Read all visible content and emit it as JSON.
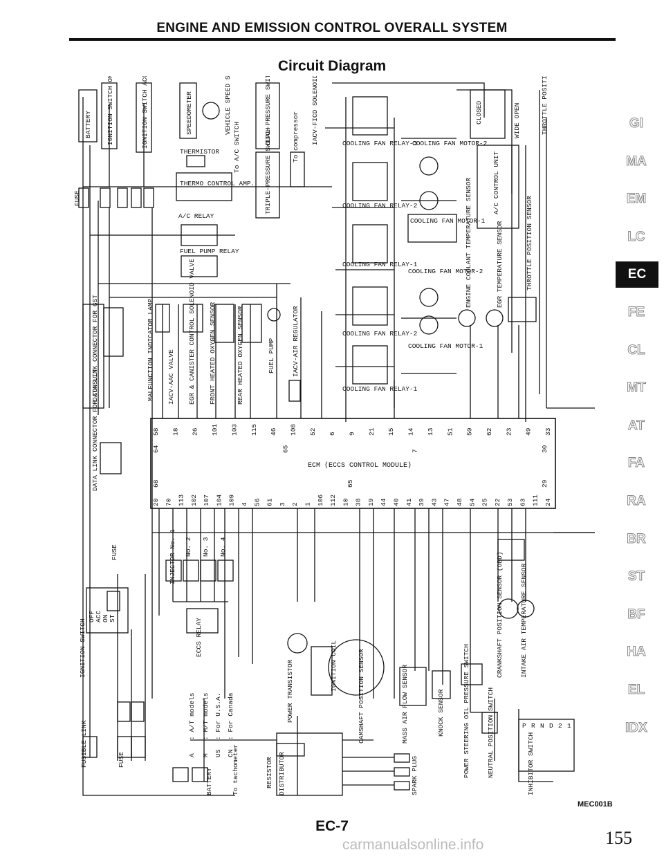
{
  "header": {
    "title": "ENGINE AND EMISSION CONTROL OVERALL SYSTEM"
  },
  "subtitle": "Circuit Diagram",
  "diagram": {
    "top_components": [
      "BATTERY",
      "IGNITION SWITCH ON or START",
      "IGNITION SWITCH ACC or ON",
      "SPEEDOMETER",
      "VEHICLE SPEED SENSOR",
      "THERMISTOR",
      "To A/C SWITCH",
      "DUAL-PRESSURE SWITCH",
      "To compressor",
      "IACV-FICD SOLENOID VALVE",
      "THERMO CONTROL AMP.",
      "TRIPLE-PRESSURE SWITCH",
      "A/C RELAY",
      "FUEL PUMP RELAY",
      "COOLING FAN RELAY-3",
      "COOLING FAN MOTOR-2",
      "COOLING FAN RELAY-2",
      "COOLING FAN MOTOR-1",
      "COOLING FAN RELAY-1",
      "CLOSED",
      "WIDE OPEN",
      "THROTTLE POSITION SWITCH",
      "A/C CONTROL UNIT",
      "FUSE"
    ],
    "middle_components": [
      "DATA LINK CONNECTOR FOR GST",
      "MALFUNCTION INDICATOR LAMP",
      "IACV-AAC VALVE",
      "EGR & CANISTER CONTROL SOLENOID VALVE",
      "FRONT HEATED OXYGEN SENSOR",
      "REAR HEATED OXYGEN SENSOR",
      "FUEL PUMP",
      "IACV-AIR REGULATOR",
      "ENGINE COOLANT TEMPERATURE SENSOR",
      "EGR TEMPERATURE SENSOR",
      "THROTTLE POSITION SENSOR",
      "COOLING FAN MOTOR-2",
      "COOLING FAN MOTOR-1",
      "COOLING FAN RELAY-2",
      "COOLING FAN RELAY-1"
    ],
    "ecm_label": "ECM (ECCS CONTROL MODULE)",
    "ecm_top_pins": [
      "58",
      "18",
      "26",
      "101",
      "103",
      "115",
      "46",
      "108",
      "52",
      "6",
      "9",
      "21",
      "15",
      "14",
      "13",
      "51",
      "50",
      "62",
      "23",
      "49",
      "33"
    ],
    "ecm_top_pins2": [
      "64",
      "65",
      "7",
      "30"
    ],
    "ecm_bottom_pins": [
      "20",
      "70",
      "113",
      "102",
      "107",
      "104",
      "109",
      "4",
      "56",
      "61",
      "3",
      "2",
      "1",
      "106",
      "112",
      "10",
      "38",
      "19",
      "44",
      "40",
      "41",
      "39",
      "43",
      "47",
      "48",
      "54",
      "25",
      "22",
      "53",
      "63",
      "111",
      "24"
    ],
    "ecm_bottom_pins2": [
      "68",
      "65",
      "29"
    ],
    "bottom_components": [
      "DATA LINK CONNECTOR FOR CONSULT",
      "FUSE",
      "INJECTOR No. 1",
      "No. 2",
      "No. 3",
      "No. 4",
      "IGNITION SWITCH",
      "OFF",
      "ACC",
      "ON",
      "ST",
      "ECCS RELAY",
      "POWER TRANSISTOR",
      "IGNITION COIL",
      "CAMSHAFT POSITION SENSOR",
      "MASS AIR FLOW SENSOR",
      "KNOCK SENSOR",
      "CRANKSHAFT POSITION SENSOR (OBD)",
      "INTAKE AIR TEMPERATURE SENSOR",
      "POWER STEERING OIL PRESSURE SWITCH",
      "NEUTRAL POSITION SWITCH",
      "INHIBITOR SWITCH",
      "FUSIBLE LINK",
      "FUSE",
      "BATTERY",
      "To tachometer",
      "RESISTOR",
      "DISTRIBUTOR",
      "SPARK PLUG"
    ],
    "inhibitor_positions": [
      "P",
      "R",
      "N",
      "D",
      "2",
      "1"
    ],
    "legend": [
      {
        "symbol": "A",
        "text": ": A/T models"
      },
      {
        "symbol": "M",
        "text": ": M/T models"
      },
      {
        "symbol": "US",
        "text": ": For U.S.A."
      },
      {
        "symbol": "CN",
        "text": ": For Canada"
      }
    ]
  },
  "section_tabs": [
    "GI",
    "MA",
    "EM",
    "LC",
    "EC",
    "FE",
    "CL",
    "MT",
    "AT",
    "FA",
    "RA",
    "BR",
    "ST",
    "BF",
    "HA",
    "EL",
    "IDX"
  ],
  "active_tab": "EC",
  "ref_code": "MEC001B",
  "page_code": "EC-7",
  "page_number": "155",
  "watermark": "carmanualsonline.info"
}
